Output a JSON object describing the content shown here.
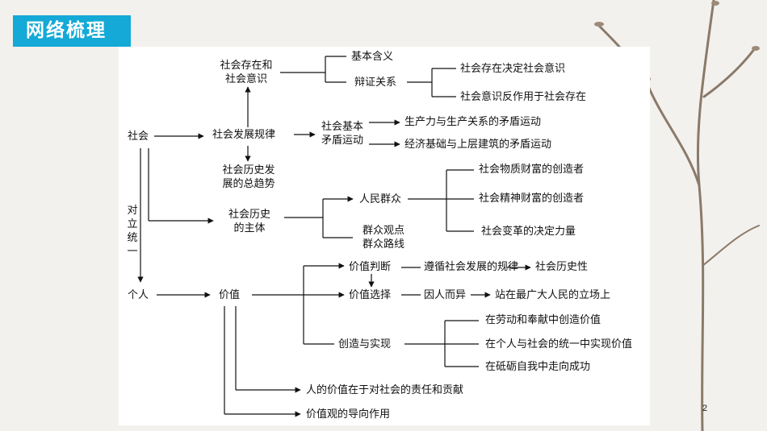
{
  "header": {
    "title": "网络梳理"
  },
  "page_number": "2",
  "diagram": {
    "root_society": "社会",
    "root_individual": "个人",
    "unity_label": "对立统一",
    "existence_consciousness": [
      "社会存在和",
      "社会意识"
    ],
    "basic_meaning": "基本含义",
    "dialectical_relation": "辩证关系",
    "existence_determines": "社会存在决定社会意识",
    "consciousness_reacts": "社会意识反作用于社会存在",
    "social_law": "社会发展规律",
    "basic_contradiction": [
      "社会基本",
      "矛盾运动"
    ],
    "productive_forces": "生产力与生产关系的矛盾运动",
    "economic_base": "经济基础与上层建筑的矛盾运动",
    "general_trend": [
      "社会历史发",
      "展的总趋势"
    ],
    "historical_subject": [
      "社会历史",
      "的主体"
    ],
    "the_people": "人民群众",
    "mass_viewpoint": [
      "群众观点",
      "群众路线"
    ],
    "material_wealth": "社会物质财富的创造者",
    "spiritual_wealth": "社会精神财富的创造者",
    "decisive_force": "社会变革的决定力量",
    "value": "价值",
    "value_judgment": "价值判断",
    "follow_law": "遵循社会发展的规律",
    "social_history": "社会历史性",
    "value_choice": "价值选择",
    "varies": "因人而异",
    "stand_people": "站在最广大人民的立场上",
    "create_realize": "创造与实现",
    "labor_dedication": "在劳动和奉献中创造价值",
    "unity_realize": "在个人与社会的统一中实现价值",
    "self_success": "在砥砺自我中走向成功",
    "value_responsibility": "人的价值在于对社会的责任和贡献",
    "value_guidance": "价值观的导向作用"
  }
}
